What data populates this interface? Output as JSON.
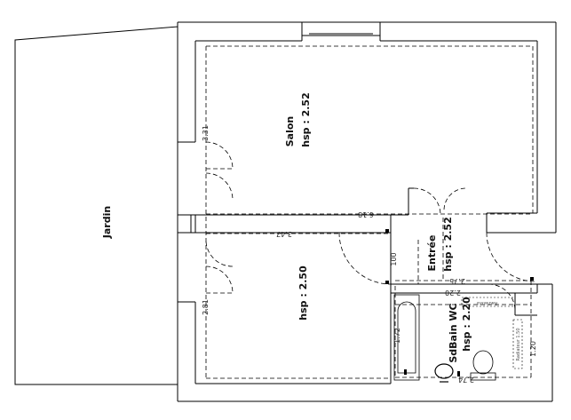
{
  "rooms": {
    "jardin": "Jardin",
    "salon": "Salon",
    "salon_hsp": "hsp : 2.52",
    "chambre_hsp": "hsp : 2.50",
    "entree": "Entrée",
    "entree_hsp": "hsp : 2.52",
    "sdbain_wc": "SdBain WC",
    "sdbain_hsp": "hsp : 2.20"
  },
  "dimensions": {
    "d_331": "3.31",
    "d_618": "6.18",
    "d_347": "3.47",
    "d_281": "2.81",
    "d_100": "100",
    "d_275": "2.75",
    "d_220": "2.20",
    "d_172": "1.72",
    "d_120": "1.20",
    "d_274": "2.74"
  },
  "annotations": {
    "note_1": "Radiateur",
    "note_2": "Radiateur 1.50"
  }
}
